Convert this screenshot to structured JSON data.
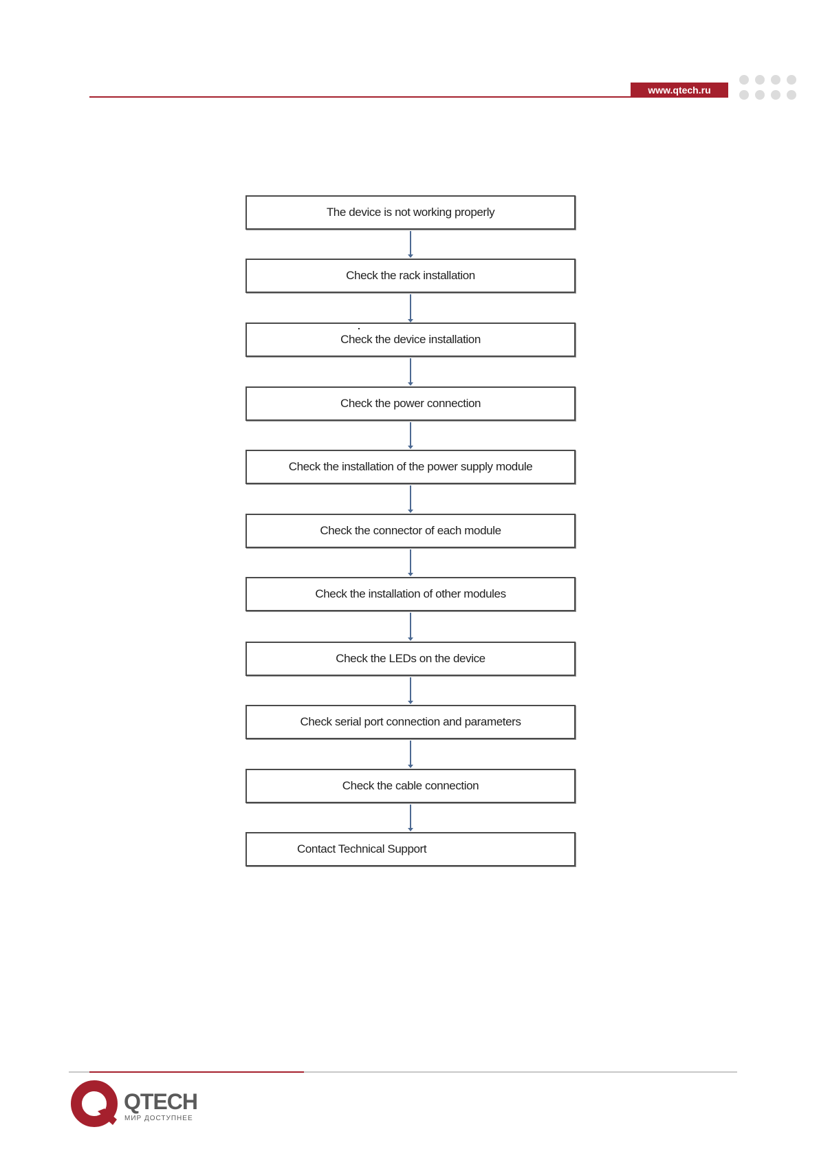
{
  "header": {
    "url": "www.qtech.ru"
  },
  "flowchart": {
    "steps": [
      "The device is not working properly",
      "Check the rack installation",
      "Check the device installation",
      "Check the power connection",
      "Check the installation of the power supply module",
      "Check the connector of each module",
      "Check the installation of other modules",
      "Check the LEDs on the device",
      "Check serial port connection and parameters",
      "Check the cable connection",
      "Contact Technical Support"
    ]
  },
  "footer": {
    "logo_text": "QTECH",
    "tagline": "МИР ДОСТУПНЕЕ"
  },
  "colors": {
    "brand": "#a5202d",
    "arrow": "#4d6a92",
    "box_border": "#4a4a4a",
    "logo_gray": "#5a5a5a"
  }
}
